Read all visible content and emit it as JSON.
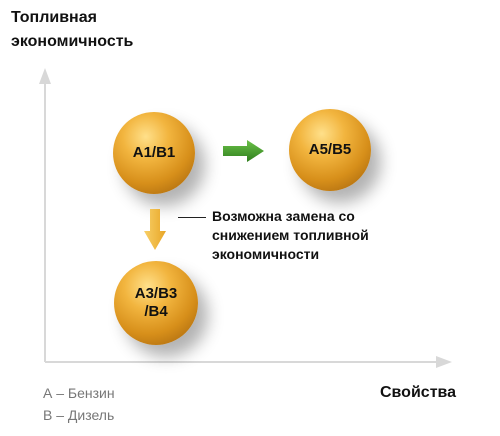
{
  "y_axis_label": [
    "Топливная",
    "экономичность"
  ],
  "x_axis_label": "Свойства",
  "legend": [
    "А – Бензин",
    "В – Дизель"
  ],
  "nodes": {
    "a1b1": "A1/B1",
    "a5b5": "A5/B5",
    "a3b3b4": "A3/B3\n/B4"
  },
  "annotation": [
    "Возможна замена со",
    "снижением топливной",
    "экономичности"
  ],
  "colors": {
    "axis": "#d8d8d8",
    "right_arrow": "#3f9a25",
    "down_arrow": "#f2b63a",
    "sphere": "#e0a02a",
    "legend_text": "#777777"
  },
  "icons": {
    "right_arrow": "arrow-right-icon",
    "down_arrow": "arrow-down-icon"
  }
}
